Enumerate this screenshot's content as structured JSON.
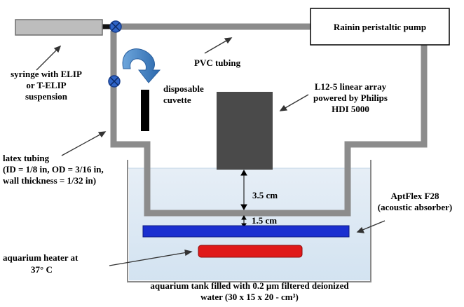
{
  "labels": {
    "pump": "Rainin peristaltic pump",
    "pvc": "PVC tubing",
    "syringe": [
      "syringe with ELIP",
      "or T-ELIP",
      "suspension"
    ],
    "cuvette": [
      "disposable",
      "cuvette"
    ],
    "array": [
      "L12-5 linear array",
      "powered by Philips",
      "HDI 5000"
    ],
    "latex": [
      "latex tubing",
      "(ID = 1/8 in, OD = 3/16 in,",
      "wall thickness = 1/32 in)"
    ],
    "dist_top": "3.5 cm",
    "dist_bottom": "1.5 cm",
    "absorber": [
      "AptFlex F28",
      "(acoustic absorber)"
    ],
    "heater": [
      "aquarium heater at",
      "37° C"
    ],
    "tank": [
      "aquarium tank filled with 0.2 µm filtered deionized",
      "water (30 x 15 x 20 - cm³)"
    ]
  },
  "colors": {
    "tubing": "#8c8c8c",
    "water": "#dbe8f3",
    "absorber": "#1a2fd0",
    "heater": "#e01919",
    "transducer": "#4a4a4a",
    "arrow": "#3a78b8",
    "syringe": "#bdbdbd"
  }
}
